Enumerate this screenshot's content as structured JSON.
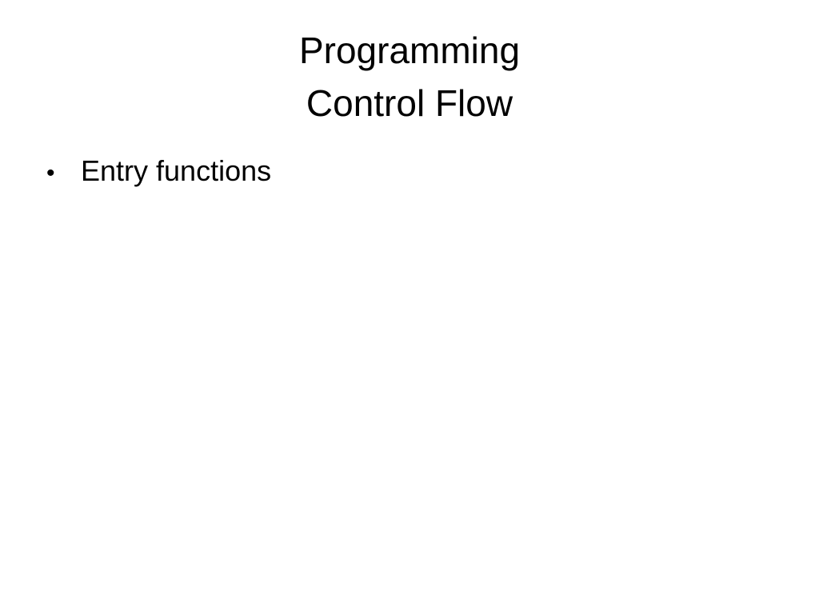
{
  "slide": {
    "title_lines": [
      "Programming",
      "Control Flow"
    ],
    "bullets": [
      {
        "marker": "•",
        "text": "Entry functions"
      }
    ]
  }
}
